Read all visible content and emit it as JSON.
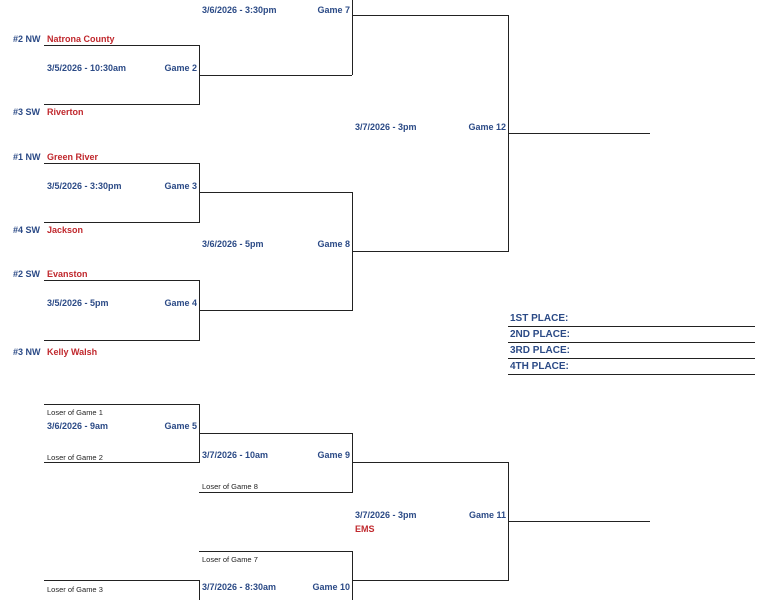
{
  "teams": [
    {
      "seed": "#2 NW",
      "name": "Natrona County"
    },
    {
      "seed": "#3 SW",
      "name": "Riverton"
    },
    {
      "seed": "#1 NW",
      "name": "Green River"
    },
    {
      "seed": "#4 SW",
      "name": "Jackson"
    },
    {
      "seed": "#2 SW",
      "name": "Evanston"
    },
    {
      "seed": "#3 NW",
      "name": "Kelly Walsh"
    }
  ],
  "games": {
    "g7": {
      "date": "3/6/2026 - 3:30pm",
      "label": "Game 7"
    },
    "g2": {
      "date": "3/5/2026 - 10:30am",
      "label": "Game 2"
    },
    "g3": {
      "date": "3/5/2026 - 3:30pm",
      "label": "Game 3"
    },
    "g4": {
      "date": "3/5/2026 - 5pm",
      "label": "Game 4"
    },
    "g8": {
      "date": "3/6/2026 - 5pm",
      "label": "Game 8"
    },
    "g12": {
      "date": "3/7/2026 - 3pm",
      "label": "Game 12"
    },
    "g5": {
      "date": "3/6/2026 - 9am",
      "label": "Game 5"
    },
    "g9": {
      "date": "3/7/2026 - 10am",
      "label": "Game 9"
    },
    "g11": {
      "date": "3/7/2026 - 3pm",
      "label": "Game 11",
      "venue": "EMS"
    },
    "g10": {
      "date": "3/7/2026 - 8:30am",
      "label": "Game 10"
    }
  },
  "losers": [
    "Loser of Game 1",
    "Loser of Game 2",
    "Loser of Game 8",
    "Loser of Game 7",
    "Loser of Game 3"
  ],
  "places": [
    "1ST PLACE:",
    "2ND PLACE:",
    "3RD PLACE:",
    "4TH PLACE:"
  ]
}
